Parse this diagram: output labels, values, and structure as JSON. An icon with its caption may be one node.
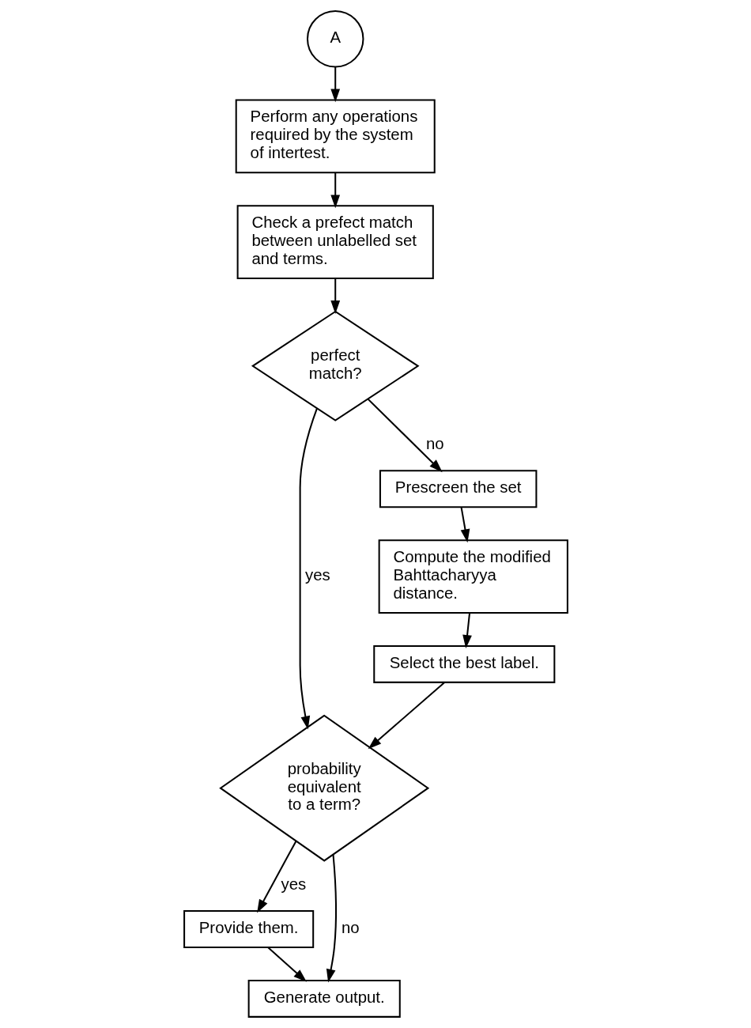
{
  "diagram": {
    "nodes": [
      {
        "text": [
          "A"
        ]
      },
      {
        "text": [
          "Perform any operations required by the system of intertest."
        ]
      },
      {
        "text": [
          "Check a prefect match between unlabelled set and terms."
        ]
      },
      {
        "text": [
          "perfect match?"
        ]
      },
      {
        "text": [
          "probability equivalent to a term?"
        ]
      },
      {
        "text": [
          "Prescreen the set"
        ]
      },
      {
        "text": [
          "Compute the modified Bahttacharyya distance."
        ]
      },
      {
        "text": [
          "Select the best label."
        ]
      },
      {
        "text": [
          "Provide them."
        ]
      },
      {
        "text": [
          "Generate output."
        ]
      }
    ],
    "edges": [
      {
        "from": 0,
        "to": 1,
        "arrow": "to"
      },
      {
        "from": 1,
        "to": 2,
        "arrow": "to"
      },
      {
        "from": 2,
        "to": 3,
        "arrow": "to"
      },
      {
        "from": 3,
        "to": 4,
        "arrow": "to",
        "label": "yes"
      },
      {
        "from": 3,
        "to": 5,
        "arrow": "to",
        "label": "no"
      },
      {
        "from": 5,
        "to": 6,
        "arrow": "to"
      },
      {
        "from": 6,
        "to": 7,
        "arrow": "to"
      },
      {
        "from": 7,
        "to": 4,
        "arrow": "to"
      },
      {
        "from": 4,
        "to": 8,
        "arrow": "to",
        "label": "yes"
      },
      {
        "from": 8,
        "to": 9,
        "arrow": "to"
      },
      {
        "from": 4,
        "to": 9,
        "arrow": "to",
        "label": "no"
      }
    ]
  }
}
